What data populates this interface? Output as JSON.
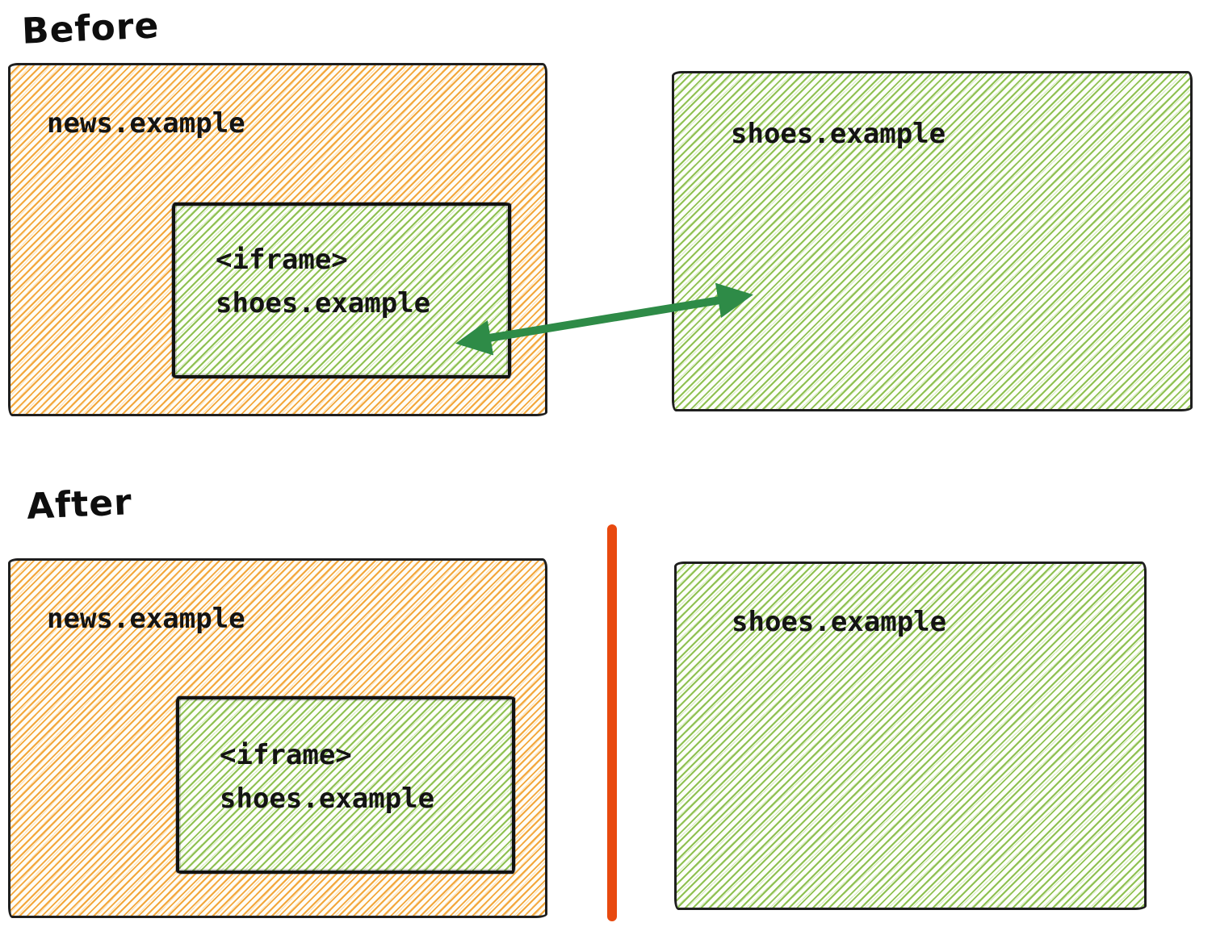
{
  "colors": {
    "orange_hatch": "#f3a73b",
    "green_hatch": "#8fc152",
    "arrow_green": "#2e8b47",
    "divider_red": "#e8490f",
    "outline_black": "#1f1f1f"
  },
  "before": {
    "title": "Before",
    "news_box": {
      "label": "news.example",
      "iframe": {
        "tag": "<iframe>",
        "label": "shoes.example"
      }
    },
    "shoes_box": {
      "label": "shoes.example"
    },
    "arrow": "bidirectional shared-storage arrow between embedded iframe and shoes.example site"
  },
  "after": {
    "title": "After",
    "news_box": {
      "label": "news.example",
      "iframe": {
        "tag": "<iframe>",
        "label": "shoes.example"
      }
    },
    "shoes_box": {
      "label": "shoes.example"
    },
    "divider": "storage partition divider"
  }
}
